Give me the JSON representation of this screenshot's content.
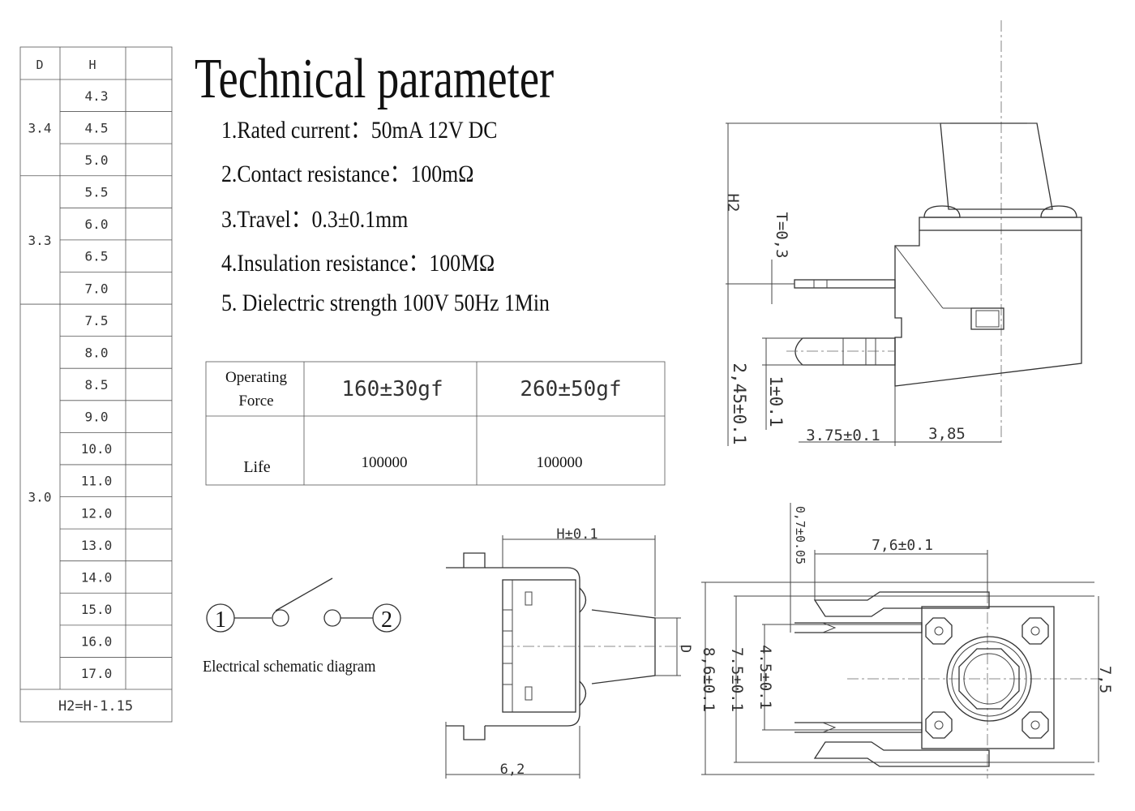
{
  "title": "Technical parameter",
  "params": [
    "1.Rated current：50mA 12V DC",
    "2.Contact resistance：100mΩ",
    "3.Travel：0.3±0.1mm",
    "4.Insulation resistance：100MΩ",
    "5. Dielectric strength 100V 50Hz 1Min"
  ],
  "dim_table": {
    "headers": [
      "D",
      "H",
      ""
    ],
    "groups": [
      {
        "d": "3.4",
        "h": [
          "4.3",
          "4.5",
          "5.0"
        ]
      },
      {
        "d": "3.3",
        "h": [
          "5.5",
          "6.0",
          "6.5",
          "7.0"
        ]
      },
      {
        "d": "3.0",
        "h": [
          "7.5",
          "8.0",
          "8.5",
          "9.0",
          "10.0",
          "11.0",
          "12.0",
          "13.0",
          "14.0",
          "15.0",
          "16.0",
          "17.0"
        ]
      }
    ],
    "footer": "H2=H-1.15"
  },
  "force_table": {
    "row1_label_a": "Operating",
    "row1_label_b": "Force",
    "force_a": "160±30gf",
    "force_b": "260±50gf",
    "row2_label": "Life",
    "life_a": "100000",
    "life_b": "100000"
  },
  "schematic": {
    "node1": "1",
    "node2": "2",
    "caption": "Electrical schematic diagram"
  },
  "side_view_dims": {
    "h2": "H2",
    "t": "T=0,3",
    "d245": "2,45±0.1",
    "d1": "1±0.1",
    "d375": "3.75±0.1",
    "d385": "3,85"
  },
  "front_view_dims": {
    "h": "H±0.1",
    "d": "D",
    "d62": "6,2"
  },
  "bottom_view_dims": {
    "d07": "0,7±0.05",
    "d76": "7,6±0.1",
    "d86": "8,6±0.1",
    "d75a": "7.5±0.1",
    "d45": "4.5±0.1",
    "d75b": "7,5"
  }
}
